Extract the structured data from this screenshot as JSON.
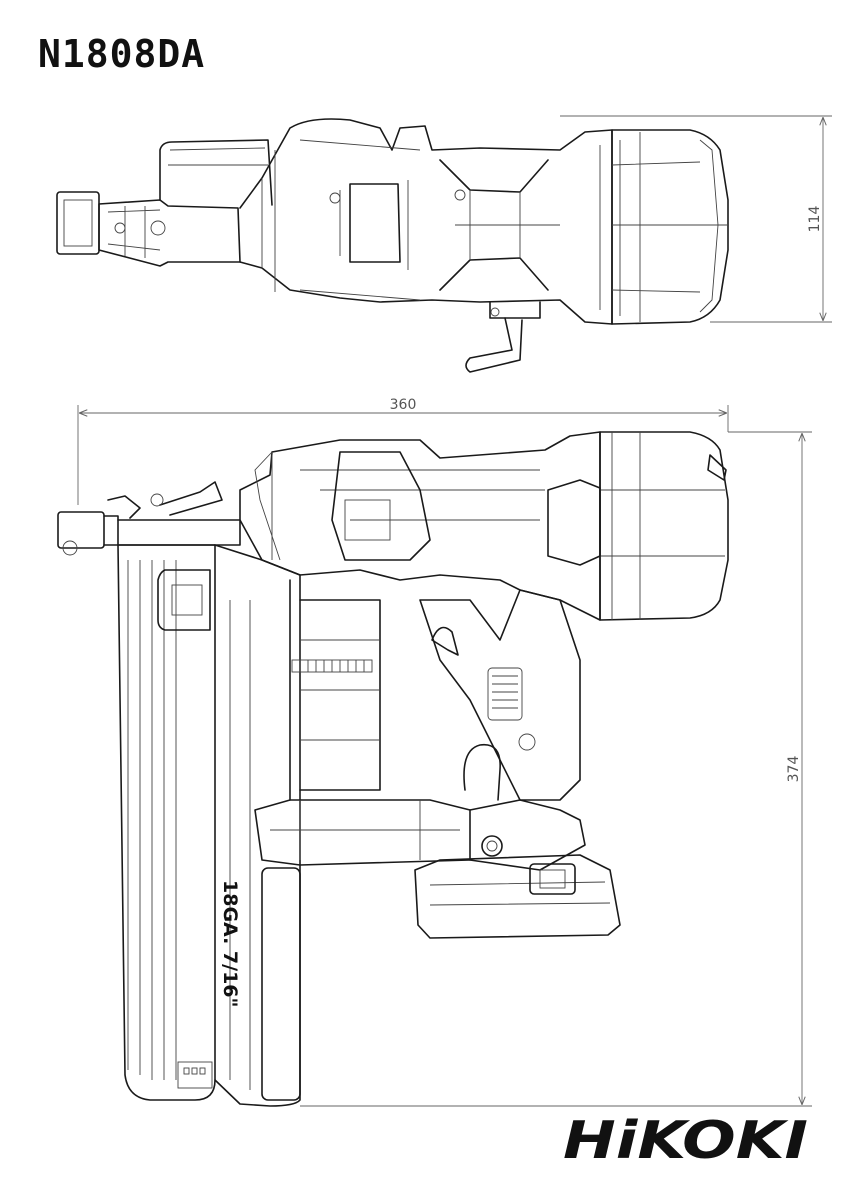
{
  "model": "N1808DA",
  "dimensions": {
    "depth": "114",
    "length": "360",
    "height": "374"
  },
  "magazine_label": "18GA. 7/16\"",
  "brand": "HiKOKI"
}
